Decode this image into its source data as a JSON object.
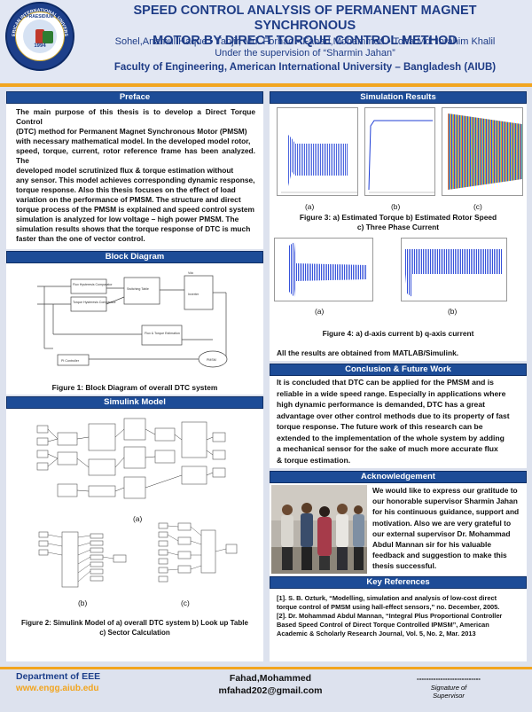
{
  "header": {
    "logo_text": {
      "top": "AMERICAN INTERNATIONAL UNIVERSITY",
      "motto": "PRAESIDIUM",
      "year": "1994",
      "bottom": "BANGLADESH"
    },
    "title_line1": "SPEED CONTROL ANALYSIS OF PERMANENT MAGNET SYNCHRONOUS",
    "title_line2": "MOTOR BY DIRECT TORQUE CONTROL METHOD",
    "authors": "Sohel,Anamul Haque • Tanjir, Md. Forhad • Fahad,Mohammed • Toha Md. Ibrahim Khalil",
    "supervision": "Under the supervision of “Sharmin Jahan”",
    "faculty": "Faculty of Engineering, American International University – Bangladesh (AIUB)"
  },
  "preface": {
    "heading": "Preface",
    "lines": [
      "The main purpose of this thesis is to develop a Direct Torque Control",
      "(DTC) method for Permanent Magnet Synchronous Motor (PMSM)",
      "with necessary mathematical model. In the developed model rotor,",
      "speed, torque, current, rotor reference frame has been analyzed. The",
      "developed model scrutinized flux & torque estimation without",
      "any sensor. This model achieves corresponding dynamic response,",
      "torque response. Also this thesis focuses on the effect of load",
      "variation on the performance of PMSM. The structure and direct",
      "torque process of the PMSM  is explained and speed control system",
      "simulation is analyzed for low voltage – high power PMSM. The",
      "simulation results shows that the torque response of DTC is much",
      "faster than the one of vector control."
    ]
  },
  "block_diagram": {
    "heading": "Block Diagram",
    "caption": "Figure 1: Block Diagram of overall DTC system",
    "labels": {
      "hyst1": "Flux Hysteresis Comparator",
      "hyst2": "Torque Hysteresis Comparator",
      "switch": "Switching Table",
      "inverter": "Inverter",
      "estimator": "Flux & Torque Estimation",
      "pi": "PI Controller",
      "motor": "PMSM",
      "vdc": "Vdc"
    }
  },
  "simulink": {
    "heading": "Simulink Model",
    "label_a": "(a)",
    "label_b": "(b)",
    "label_c": "(c)",
    "caption_line1": "Figure 2: Simulink Model of   a) overall DTC system   b) Look up Table",
    "caption_line2": "c) Sector Calculation"
  },
  "results": {
    "heading": "Simulation Results",
    "fig3_labels": [
      "(a)",
      "(b)",
      "(c)"
    ],
    "fig3_caption_line1": "Figure 3: a)  Estimated Torque b) Estimated  Rotor Speed",
    "fig3_caption_line2": "c) Three Phase Current",
    "fig4_labels": [
      "(a)",
      "(b)"
    ],
    "fig4_caption": "Figure 4:  a) d-axis current  b) q-axis current",
    "note": "All the results are obtained  from MATLAB/Simulink."
  },
  "conclusion": {
    "heading": "Conclusion & Future Work",
    "lines": [
      "It is concluded that DTC can be applied for the PMSM and is",
      "reliable in a wide speed range. Especially in applications where",
      "high dynamic performance is demanded, DTC has a great",
      "advantage over other control methods due to its property of fast",
      "torque response. The future work of this research can be",
      "extended to the implementation of the whole system  by adding",
      "a mechanical sensor for the sake of much more accurate flux",
      "&  torque estimation."
    ]
  },
  "acknowledgement": {
    "heading": "Acknowledgement",
    "lines": [
      "We would like to express our gratitude to",
      "our honorable supervisor Sharmin Jahan",
      "for his continuous guidance, support and",
      "motivation. Also we are very grateful to",
      "our external supervisor Dr. Mohammad",
      "Abdul Mannan sir for his valuable",
      "feedback and suggestion to make this",
      "thesis successful."
    ]
  },
  "references": {
    "heading": "Key References",
    "lines": [
      "[1]. S. B. Ozturk, “Modelling, simulation and analysis of low-cost direct",
      "torque control of PMSM using hall-effect sensors,” no. December, 2005.",
      "[2]. Dr. Mohammad Abdul Mannan, “Integral Plus Proportional Controller",
      "Based Speed Control of Direct Torque Controlled IPMSM”, American",
      "Academic & Scholarly Research Journal, Vol. 5, No. 2, Mar. 2013"
    ]
  },
  "footer": {
    "department": "Department of EEE",
    "website": "www.engg.aiub.edu",
    "name": "Fahad,Mohammed",
    "email": "mfahad202@gmail.com",
    "signature_line": "---------------------------",
    "signature_label1": "Signature of",
    "signature_label2": "Supervisor"
  },
  "colors": {
    "title_blue": "#1e3c86",
    "heading_blue": "#1d4c97",
    "accent_orange": "#f2a51f",
    "plot_blue": "#1f3fd6",
    "plot_orange": "#f07a1a"
  }
}
